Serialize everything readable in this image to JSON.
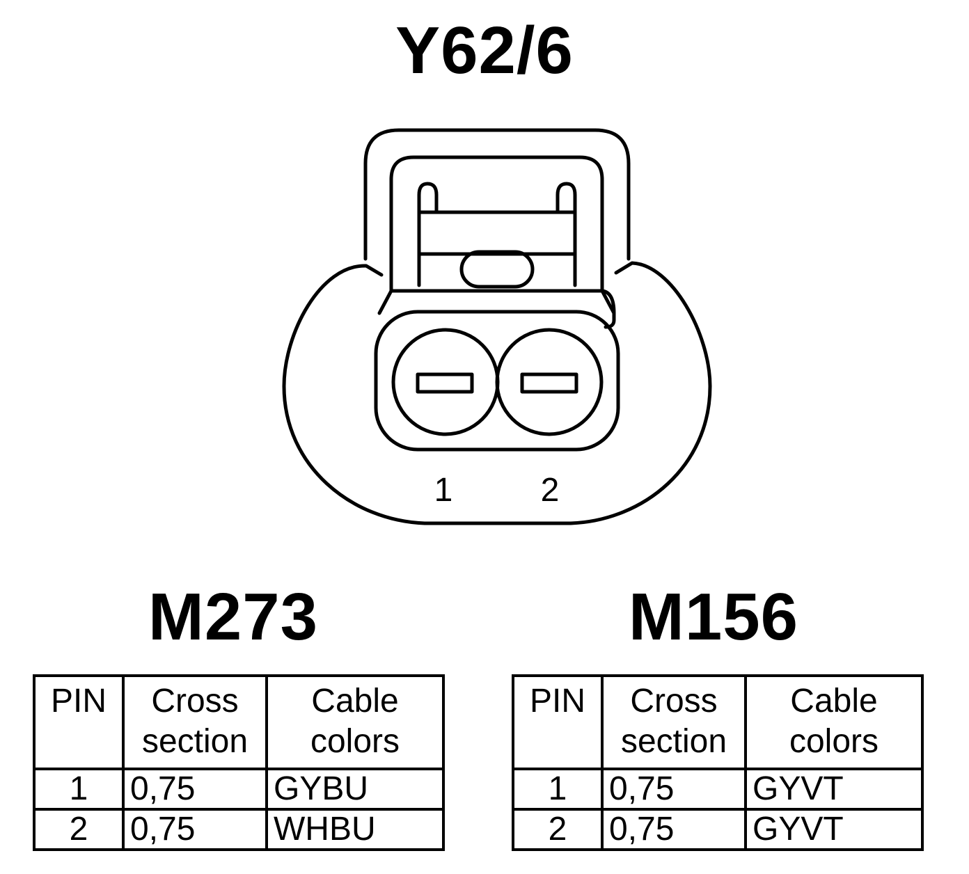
{
  "connector": {
    "title": "Y62/6",
    "pin_labels": [
      "1",
      "2"
    ]
  },
  "tables": [
    {
      "model": "M273",
      "headers": {
        "pin": "PIN",
        "cross_section": "Cross section",
        "cable_colors": "Cable colors"
      },
      "rows": [
        {
          "pin": "1",
          "cross_section": "0,75",
          "cable_colors": "GYBU"
        },
        {
          "pin": "2",
          "cross_section": "0,75",
          "cable_colors": "WHBU"
        }
      ]
    },
    {
      "model": "M156",
      "headers": {
        "pin": "PIN",
        "cross_section": "Cross section",
        "cable_colors": "Cable colors"
      },
      "rows": [
        {
          "pin": "1",
          "cross_section": "0,75",
          "cable_colors": "GYVT"
        },
        {
          "pin": "2",
          "cross_section": "0,75",
          "cable_colors": "GYVT"
        }
      ]
    }
  ],
  "colors": {
    "line": "#000000",
    "background": "#ffffff"
  }
}
